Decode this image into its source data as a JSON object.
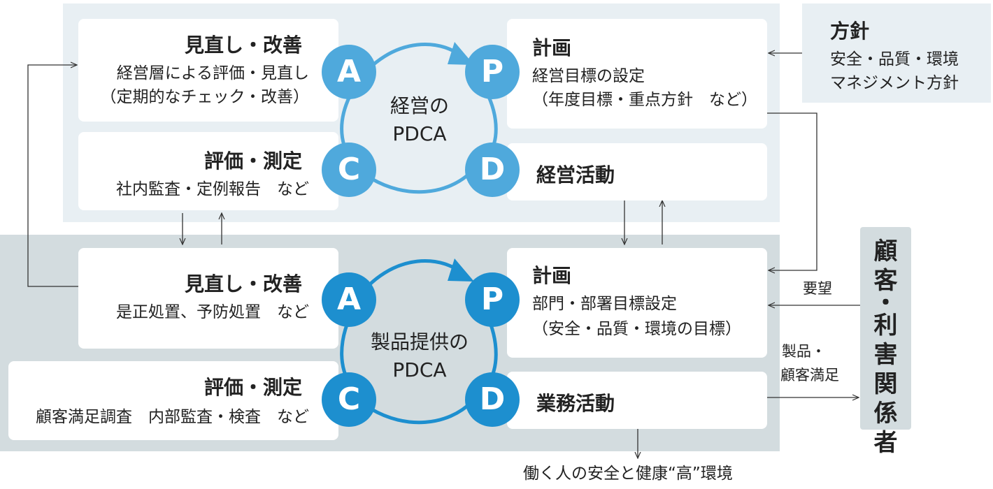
{
  "top": {
    "center": [
      "経営の",
      "PDCA"
    ],
    "act": {
      "title": "見直し・改善",
      "lines": [
        "経営層による評価・見直し",
        "（定期的なチェック・改善）"
      ]
    },
    "check": {
      "title": "評価・測定",
      "lines": [
        "社内監査・定例報告　など"
      ]
    },
    "plan": {
      "title": "計画",
      "lines": [
        "経営目標の設定",
        "（年度目標・重点方針　など）"
      ]
    },
    "do": {
      "title": "経営活動"
    }
  },
  "bottom": {
    "center": [
      "製品提供の",
      "PDCA"
    ],
    "act": {
      "title": "見直し・改善",
      "lines": [
        "是正処置、予防処置　など"
      ]
    },
    "check": {
      "title": "評価・測定",
      "lines": [
        "顧客満足調査　内部監査・検査　など"
      ]
    },
    "plan": {
      "title": "計画",
      "lines": [
        "部門・部署目標設定",
        "（安全・品質・環境の目標）"
      ]
    },
    "do": {
      "title": "業務活動"
    }
  },
  "letters": {
    "a": "A",
    "p": "P",
    "c": "C",
    "d": "D"
  },
  "policy": {
    "title": "方針",
    "lines": [
      "安全・品質・環境",
      "マネジメント方針"
    ]
  },
  "stakeholders": {
    "label": [
      "顧",
      "客",
      "・",
      "利",
      "害",
      "関",
      "係",
      "者"
    ]
  },
  "flows": {
    "request": "要望",
    "delivery": [
      "製品・",
      "顧客満足"
    ],
    "outcome": "働く人の安全と健康“高”環境"
  },
  "colors": {
    "top_circle": "#4fa9dc",
    "bottom_circle": "#1d8fcf",
    "top_band": "#e8eff3",
    "bottom_band": "#d3dcdf"
  }
}
